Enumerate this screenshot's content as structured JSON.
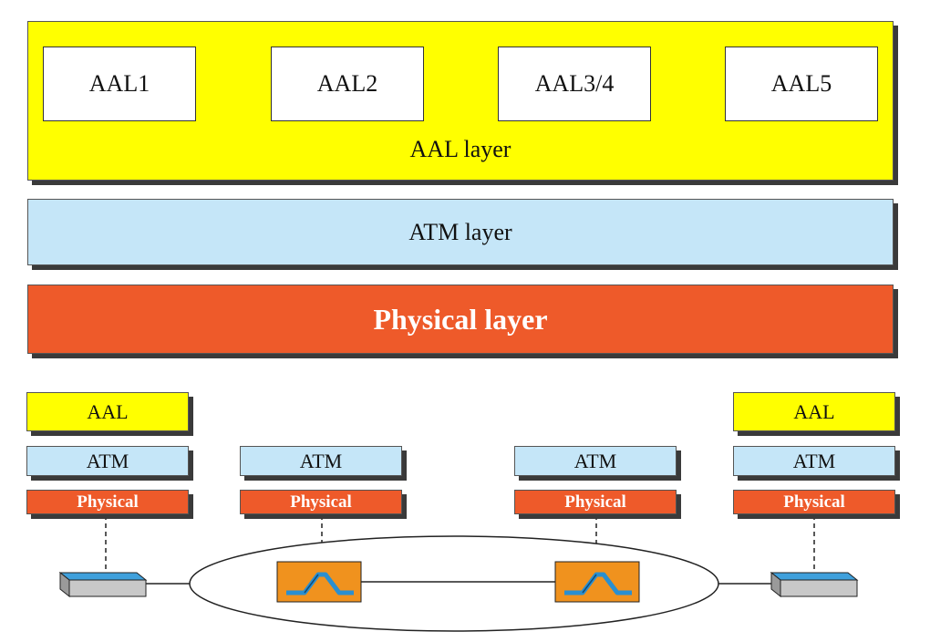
{
  "top_stack": {
    "aal_types": [
      "AAL1",
      "AAL2",
      "AAL3/4",
      "AAL5"
    ],
    "aal_layer_label": "AAL layer",
    "atm_layer_label": "ATM layer",
    "physical_layer_label": "Physical layer"
  },
  "bottom_stacks": {
    "aal_label": "AAL",
    "atm_label": "ATM",
    "physical_label": "Physical"
  },
  "colors": {
    "aal": "#ffff00",
    "atm": "#c5e6f8",
    "physical": "#ee5a2a",
    "switch": "#f0921e",
    "end_device": "#3fa0dc"
  }
}
